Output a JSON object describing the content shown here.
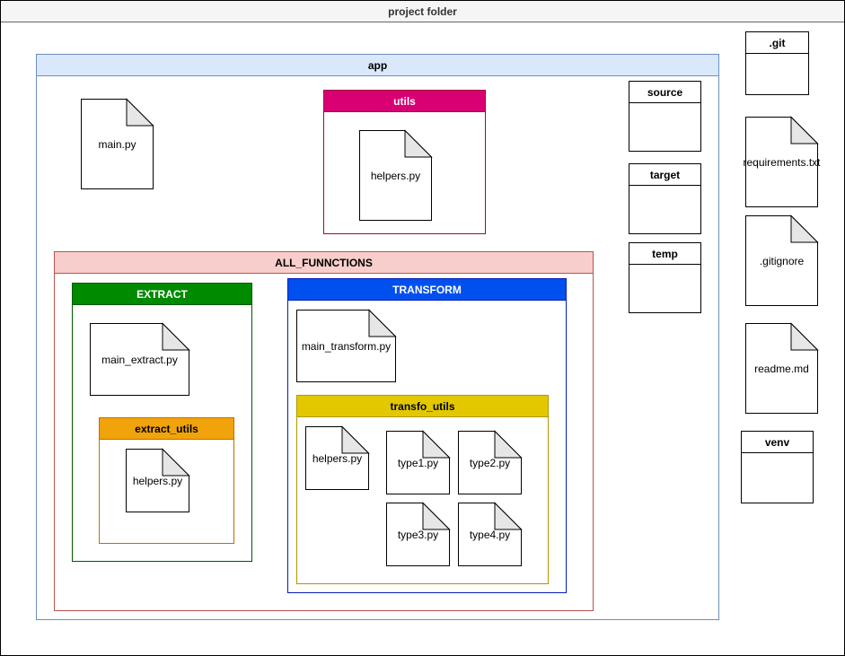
{
  "diagram": {
    "project_folder": "project folder",
    "app": "app",
    "main_py": "main.py",
    "utils": {
      "title": "utils",
      "helpers": "helpers.py"
    },
    "all_functions": "ALL_FUNNCTIONS",
    "extract": {
      "title": "EXTRACT",
      "main_extract": "main_extract.py",
      "extract_utils": "extract_utils",
      "helpers": "helpers.py"
    },
    "transform": {
      "title": "TRANSFORM",
      "main_transform": "main_transform.py",
      "transfo_utils": "transfo_utils",
      "helpers": "helpers.py",
      "type1": "type1.py",
      "type2": "type2.py",
      "type3": "type3.py",
      "type4": "type4.py"
    },
    "source": "source",
    "target": "target",
    "temp": "temp",
    "git": ".git",
    "requirements": "requirements.txt",
    "gitignore": ".gitignore",
    "readme": "readme.md",
    "venv": "venv"
  },
  "colors": {
    "app_fill": "#dae8fc",
    "app_stroke": "#6c8ebf",
    "utils_fill": "#d80073",
    "utils_stroke": "#a50040",
    "all_fill": "#f8cecc",
    "all_stroke": "#b85450",
    "extract_fill": "#008a00",
    "extract_stroke": "#005700",
    "transform_fill": "#0050ef",
    "transform_stroke": "#001dbc",
    "extract_utils_fill": "#f0a30a",
    "extract_utils_stroke": "#bd7000",
    "transfo_utils_fill": "#e3c800",
    "transfo_utils_stroke": "#b09500"
  }
}
